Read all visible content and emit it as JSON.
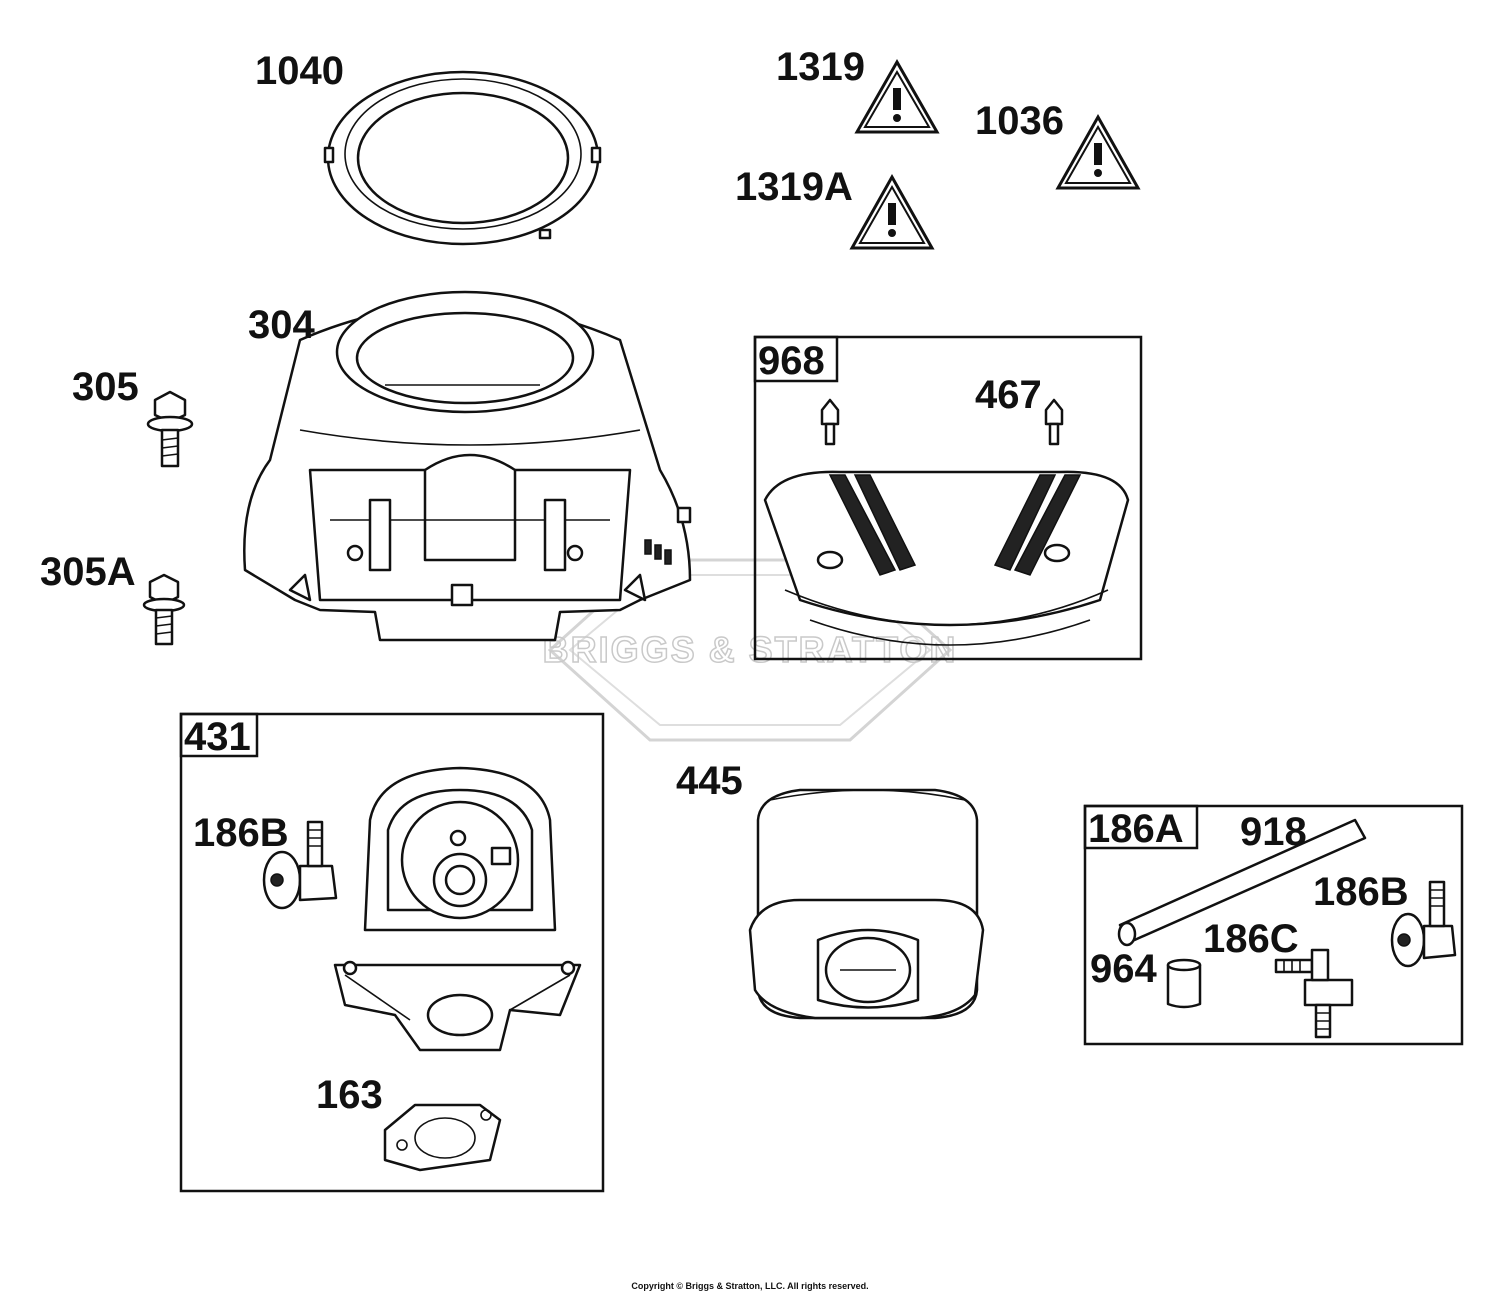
{
  "watermark": "BRIGGS & STRATTON",
  "copyright": "Copyright © Briggs & Stratton, LLC. All rights reserved.",
  "labels": {
    "p1040": "1040",
    "p1319": "1319",
    "p1319A": "1319A",
    "p1036": "1036",
    "p304": "304",
    "p305": "305",
    "p305A": "305A",
    "p968": "968",
    "p467": "467",
    "p431": "431",
    "p186B_left": "186B",
    "p163": "163",
    "p445": "445",
    "p186A": "186A",
    "p918": "918",
    "p186B_right": "186B",
    "p186C": "186C",
    "p964": "964"
  }
}
